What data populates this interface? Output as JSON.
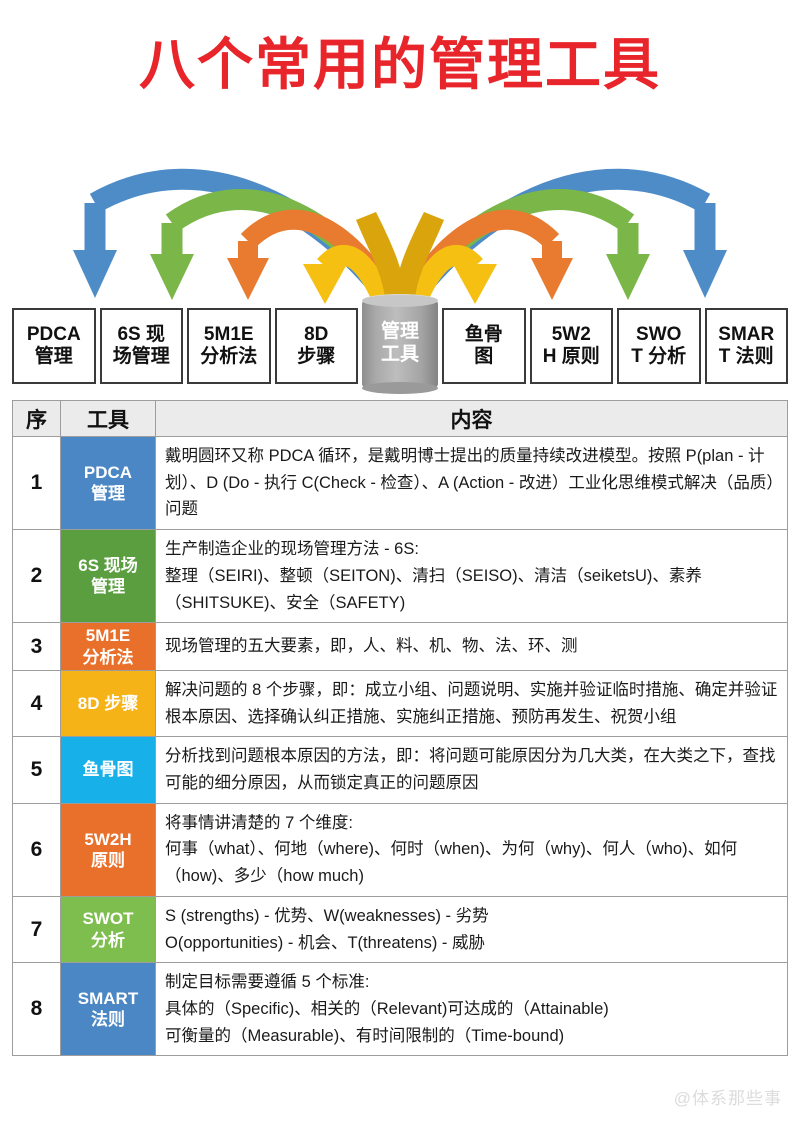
{
  "title": "八个常用的管理工具",
  "center_node": {
    "line1": "管理",
    "line2": "工具"
  },
  "colors": {
    "title_red": "#E8252A",
    "arrow_blue": "#4E8CC8",
    "arrow_green": "#7AB648",
    "arrow_orange": "#E87B30",
    "arrow_yellow": "#F5C012",
    "cylinder_gray": "#ABABAB",
    "table_header_gray": "#EBEBEB",
    "row1_blue": "#4A87C4",
    "row2_green": "#5A9E40",
    "row3_orange": "#E8702A",
    "row4_amber": "#F5B318",
    "row5_cyan": "#18B0E8",
    "row6_orange": "#E8702A",
    "row7_green": "#7DBE4E",
    "row8_blue": "#4A87C4"
  },
  "tool_boxes": [
    {
      "line1": "PDCA",
      "line2": "管理",
      "arrow_color": "#4E8CC8"
    },
    {
      "line1": "6S 现",
      "line2": "场管理",
      "arrow_color": "#7AB648"
    },
    {
      "line1": "5M1E",
      "line2": "分析法",
      "arrow_color": "#E87B30"
    },
    {
      "line1": "8D",
      "line2": "步骤",
      "arrow_color": "#F5C012"
    },
    {
      "line1": "鱼骨",
      "line2": "图",
      "arrow_color": "#F5C012"
    },
    {
      "line1": "5W2",
      "line2": "H 原则",
      "arrow_color": "#E87B30"
    },
    {
      "line1": "SWO",
      "line2": "T 分析",
      "arrow_color": "#7AB648"
    },
    {
      "line1": "SMAR",
      "line2": "T 法则",
      "arrow_color": "#4E8CC8"
    }
  ],
  "table": {
    "headers": {
      "seq": "序",
      "tool": "工具",
      "content": "内容"
    },
    "rows": [
      {
        "seq": "1",
        "tool_line1": "PDCA",
        "tool_line2": "管理",
        "color": "#4A87C4",
        "content": [
          "戴明圆环又称 PDCA 循环，是戴明博士提出的质量持续改进模型。按照 P(plan - 计划）、D (Do - 执行 C(Check - 检查）、A (Action - 改进）工业化思维模式解决（品质）问题"
        ]
      },
      {
        "seq": "2",
        "tool_line1": "6S 现场",
        "tool_line2": "管理",
        "color": "#5A9E40",
        "content": [
          "生产制造企业的现场管理方法 - 6S:",
          "整理（SEIRI)、整顿（SEITON)、清扫（SEISO)、清洁（seiketsU)、素养（SHITSUKE)、安全（SAFETY)"
        ]
      },
      {
        "seq": "3",
        "tool_line1": "5M1E",
        "tool_line2": "分析法",
        "color": "#E8702A",
        "content": [
          "现场管理的五大要素，即，人、料、机、物、法、环、测"
        ]
      },
      {
        "seq": "4",
        "tool_line1": "8D 步骤",
        "tool_line2": "",
        "color": "#F5B318",
        "content": [
          "解决问题的 8 个步骤，即：成立小组、问题说明、实施并验证临时措施、确定并验证根本原因、选择确认纠正措施、实施纠正措施、预防再发生、祝贺小组"
        ]
      },
      {
        "seq": "5",
        "tool_line1": "鱼骨图",
        "tool_line2": "",
        "color": "#18B0E8",
        "content": [
          "分析找到问题根本原因的方法，即：将问题可能原因分为几大类，在大类之下，查找可能的细分原因，从而锁定真正的问题原因"
        ]
      },
      {
        "seq": "6",
        "tool_line1": "5W2H",
        "tool_line2": "原则",
        "color": "#E8702A",
        "content": [
          "将事情讲清楚的 7 个维度:",
          "何事（what）、何地（where)、何时（when)、为何（why)、何人（who)、如何（how)、多少（how much)"
        ]
      },
      {
        "seq": "7",
        "tool_line1": "SWOT",
        "tool_line2": "分析",
        "color": "#7DBE4E",
        "content": [
          "S (strengths) - 优势、W(weaknesses) - 劣势",
          "O(opportunities) - 机会、T(threatens) - 威胁"
        ]
      },
      {
        "seq": "8",
        "tool_line1": "SMART",
        "tool_line2": "法则",
        "color": "#4A87C4",
        "content": [
          "制定目标需要遵循 5 个标准:",
          "具体的（Specific)、相关的（Relevant)可达成的（Attainable)",
          "可衡量的（Measurable)、有时间限制的（Time-bound)"
        ]
      }
    ]
  },
  "watermark": "@体系那些事"
}
